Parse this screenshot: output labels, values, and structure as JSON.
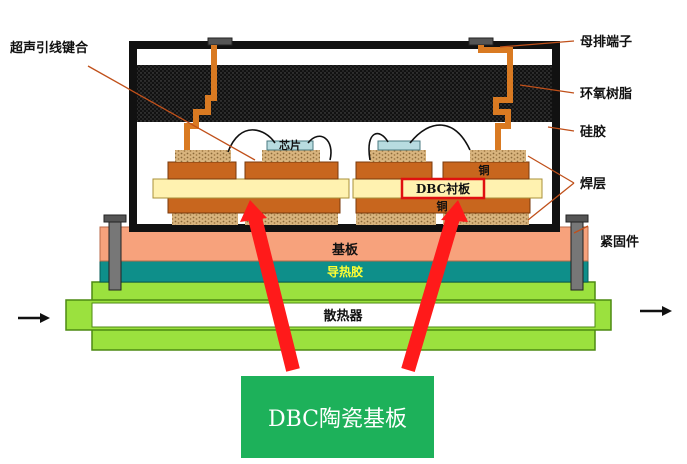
{
  "labels": {
    "ultrasonic_bond": "超声引线键合",
    "busbar_terminal": "母排端子",
    "epoxy": "环氧树脂",
    "silicone_gel": "硅胶",
    "solder_layer": "焊层",
    "fastener": "紧固件",
    "chip": "芯片",
    "copper_top": "铜",
    "copper_bottom": "铜",
    "dbc_substrate": "DBC衬板",
    "baseplate": "基板",
    "thermal_grease": "导热胶",
    "heatsink": "散热器"
  },
  "banner": {
    "text": "DBC陶瓷基板"
  },
  "colors": {
    "baseplate": "#f7a27c",
    "thermal_grease": "#0e8f8a",
    "heatsink": "#9be13e",
    "copper": "#c8661e",
    "ceramic": "#fff2b0",
    "solder": "#c9a06a",
    "arrow_red": "#ff1a1a",
    "banner_green": "#1db15a",
    "terminal": "#d97a22"
  }
}
